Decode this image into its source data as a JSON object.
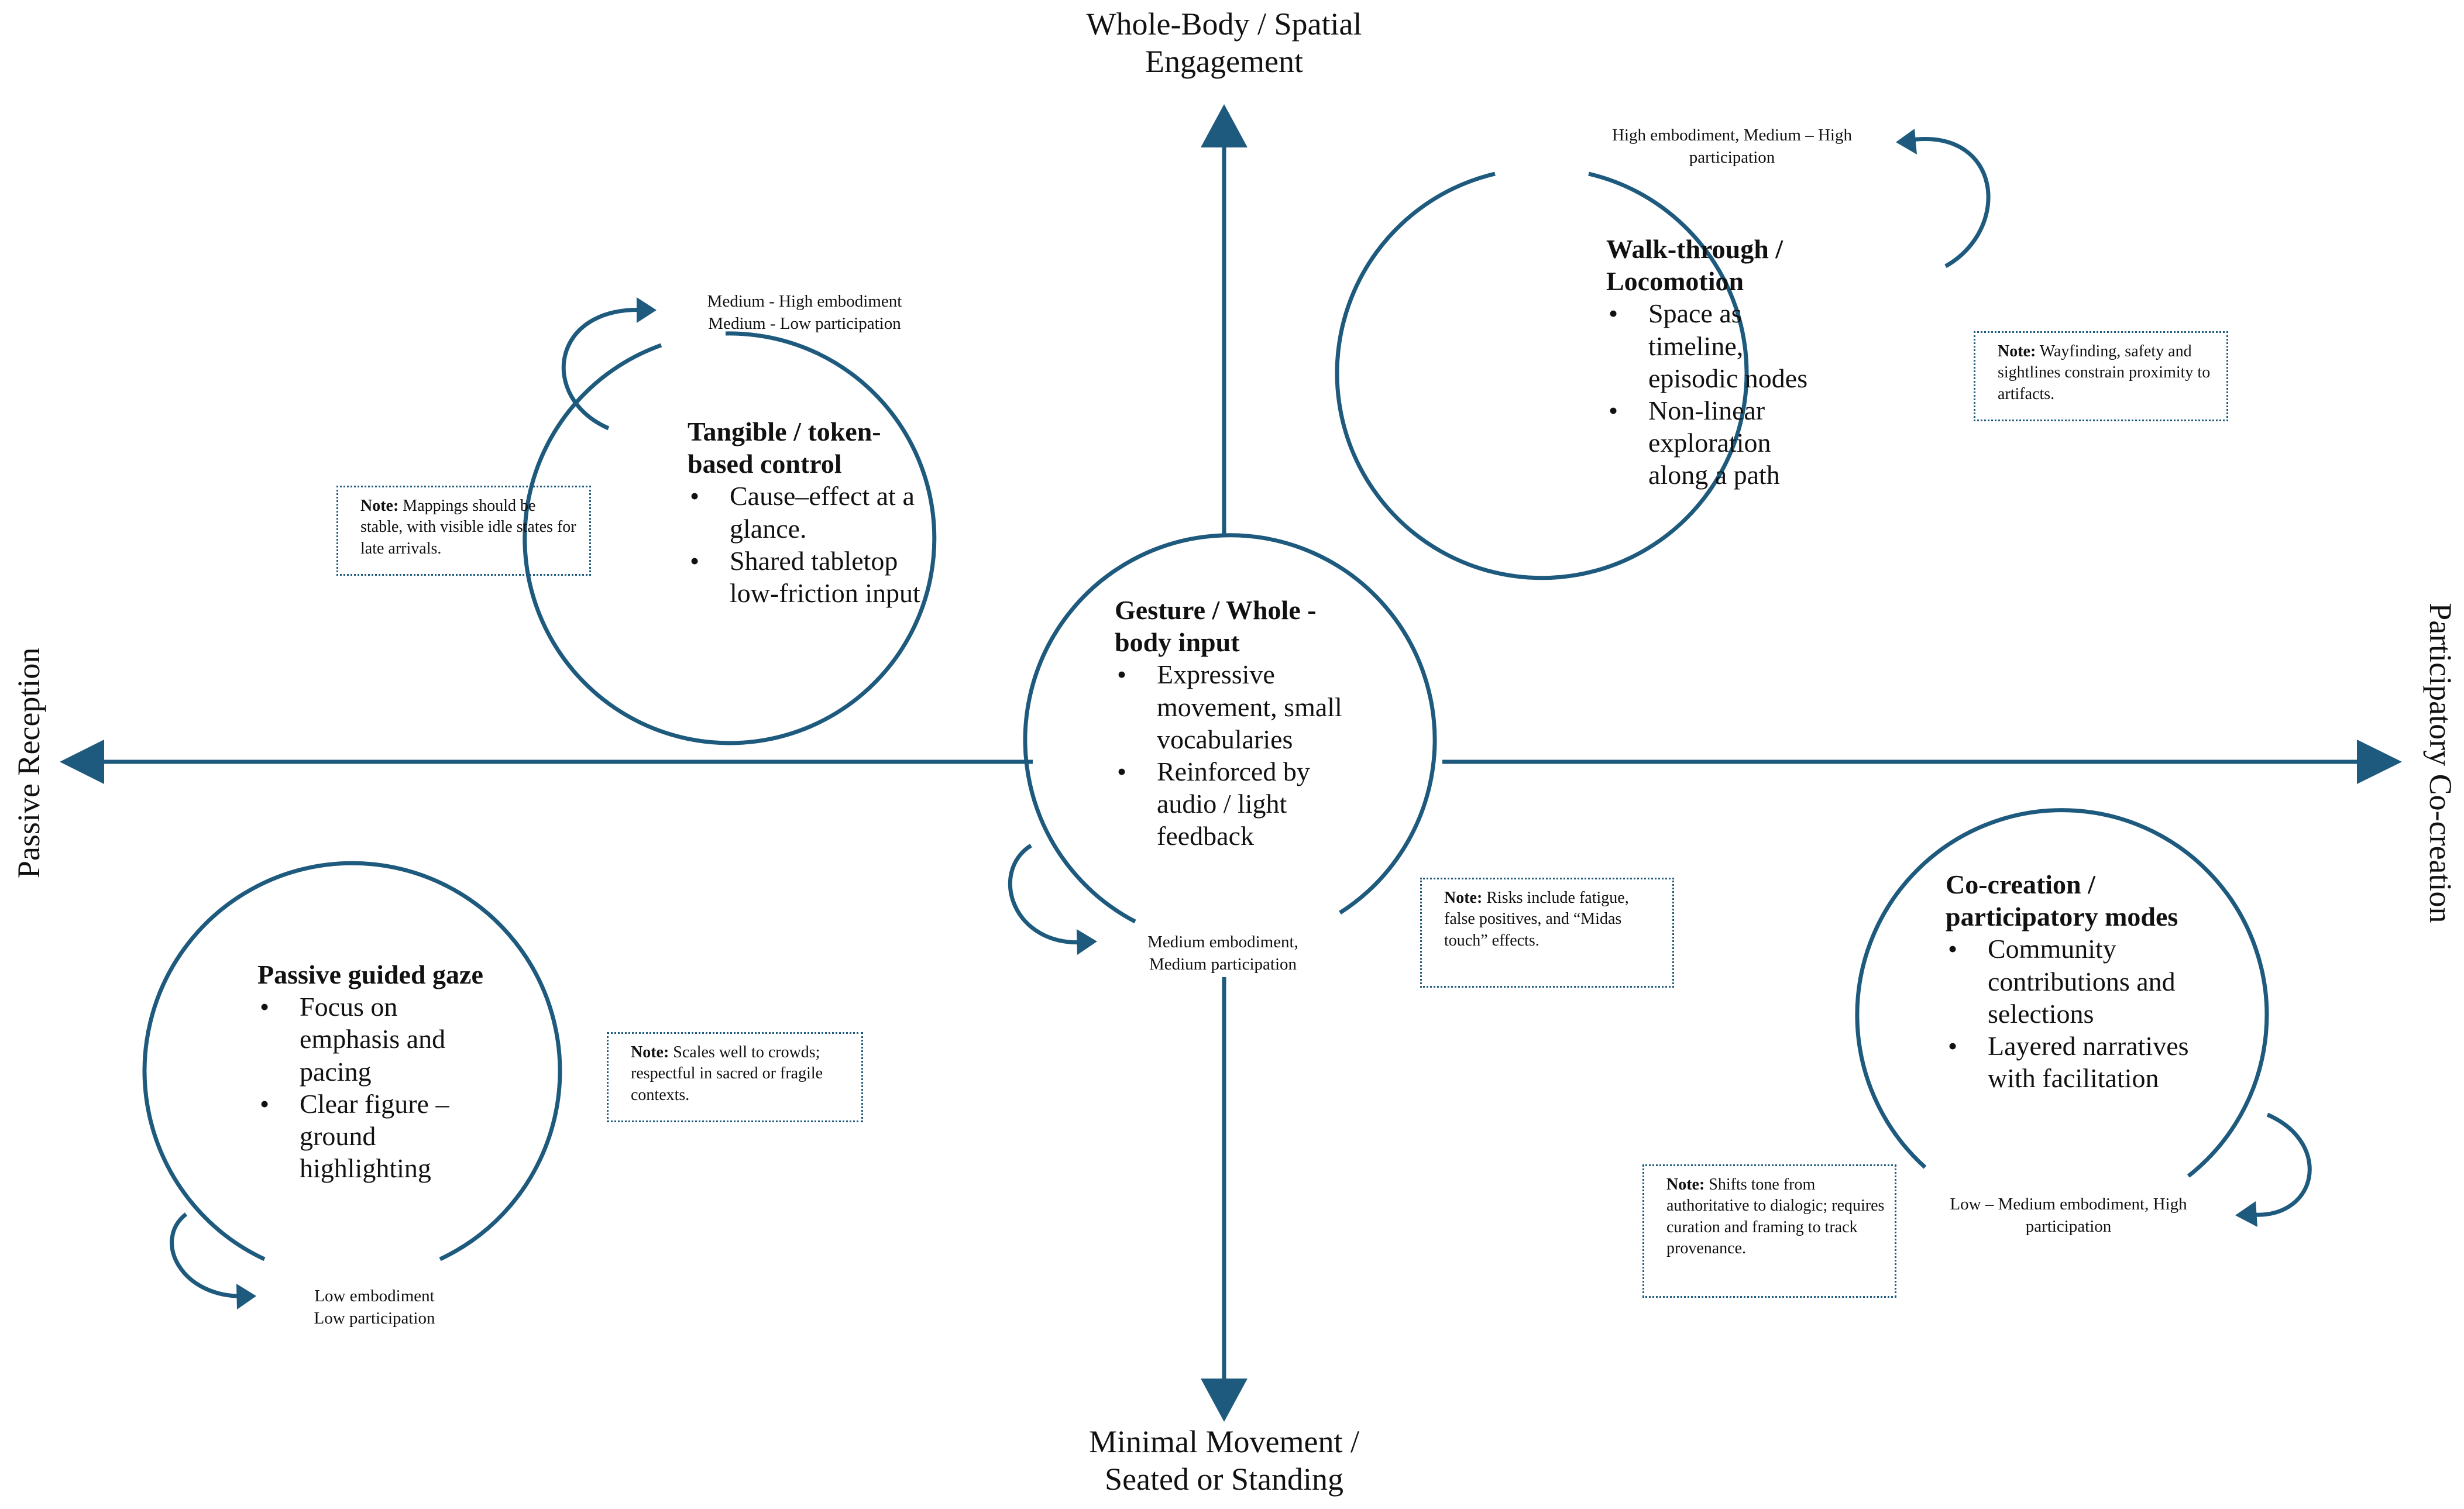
{
  "axes": {
    "top": [
      "Whole-Body / Spatial",
      "Engagement"
    ],
    "bottom": [
      "Minimal Movement /",
      "Seated or Standing"
    ],
    "left": "Passive Reception",
    "right": "Participatory Co-creation"
  },
  "colors": {
    "accent": "#1d5a7d",
    "text": "#111111",
    "background": "#ffffff"
  },
  "icons": {
    "cycle": "curved-arrow-icon",
    "axis": "arrow-head-icon"
  },
  "modes": [
    {
      "id": "passive",
      "title": "Passive guided gaze",
      "bullets": [
        "Focus on emphasis and pacing",
        "Clear figure – ground highlighting"
      ],
      "level": [
        "Low embodiment",
        "Low participation"
      ],
      "note_label": "Note:",
      "note": "Scales well to crowds; respectful in sacred or fragile contexts."
    },
    {
      "id": "tangible",
      "title": "Tangible / token-based control",
      "bullets": [
        "Cause–effect at a glance.",
        "Shared tabletop low-friction input"
      ],
      "level": [
        "Medium - High embodiment",
        "Medium - Low participation"
      ],
      "note_label": "Note:",
      "note": "Mappings should be stable, with visible idle states for late arrivals."
    },
    {
      "id": "gesture",
      "title": "Gesture / Whole - body input",
      "bullets": [
        "Expressive movement, small vocabularies",
        "Reinforced by audio / light feedback"
      ],
      "level": [
        "Medium embodiment,",
        "Medium participation"
      ],
      "note_label": "Note:",
      "note": "Risks include fatigue, false positives, and “Midas touch” effects."
    },
    {
      "id": "walk",
      "title": "Walk-through / Locomotion",
      "bullets": [
        "Space as timeline, episodic nodes",
        "Non-linear exploration along a path"
      ],
      "level": [
        "High embodiment, Medium – High",
        "participation"
      ],
      "note_label": "Note:",
      "note": "Wayfinding, safety and sightlines constrain proximity to artifacts."
    },
    {
      "id": "cocreation",
      "title": "Co-creation / participatory modes",
      "bullets": [
        "Community contributions and selections",
        "Layered narratives with facilitation"
      ],
      "level": [
        "Low – Medium embodiment, High",
        "participation"
      ],
      "note_label": "Note:",
      "note": "Shifts tone from authoritative to dialogic; requires curation and framing to track provenance."
    }
  ]
}
